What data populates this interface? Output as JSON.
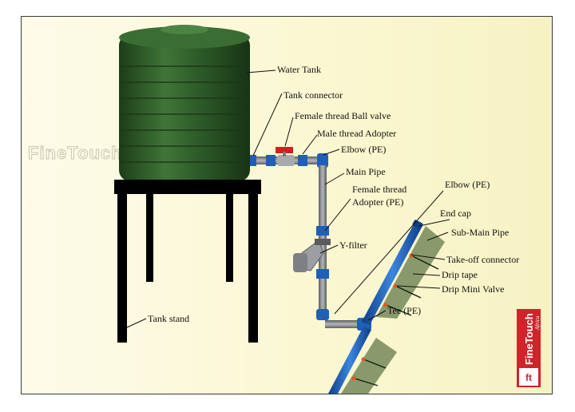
{
  "labels": {
    "water_tank": "Water Tank",
    "tank_connector": "Tank connector",
    "ball_valve": "Female thread Ball valve",
    "male_adopter": "Male thread Adopter",
    "elbow_top": "Elbow (PE)",
    "main_pipe": "Main Pipe",
    "female_adopter_1": "Female thread",
    "female_adopter_2": "Adopter (PE)",
    "y_filter": "Y-filter",
    "elbow_right": "Elbow (PE)",
    "end_cap": "End cap",
    "sub_main_pipe": "Sub-Main Pipe",
    "take_off": "Take-off connector",
    "drip_tape": "Drip tape",
    "drip_valve": "Drip Mini Valve",
    "tee": "Tee (PE)",
    "tank_stand": "Tank stand"
  },
  "watermark": "FineTouch",
  "logo": {
    "text": "FineTouch",
    "subtext": "Africa",
    "initials": "ft"
  },
  "colors": {
    "tank": "#2f5d2a",
    "stand": "#000000",
    "pipe": "#8e9196",
    "fitting": "#1f5fb8",
    "valve_handle": "#d11f1f",
    "logo_red": "#d2232a",
    "drip_tape_fill": "#7d8f62"
  }
}
